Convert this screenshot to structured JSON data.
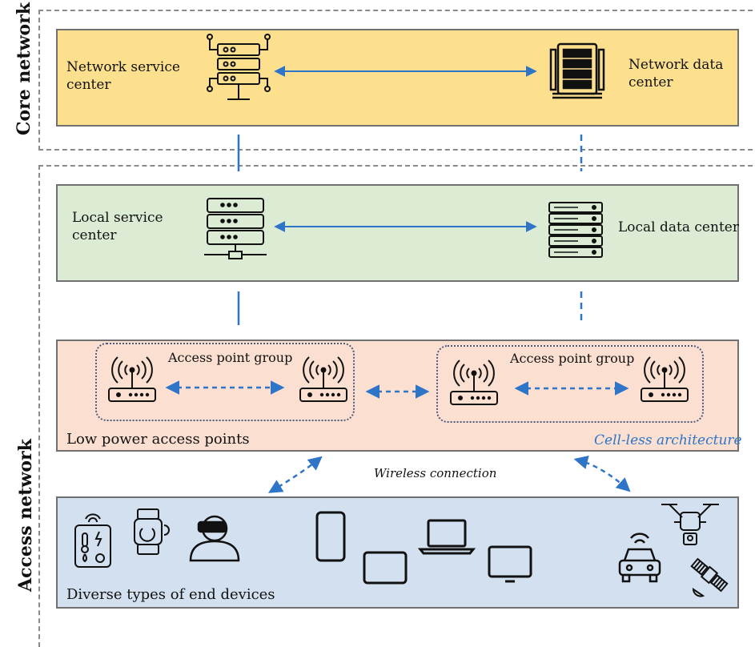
{
  "colors": {
    "core_layer": "#fde08e",
    "local_layer": "#dcecd4",
    "access_layer": "#fbe0d2",
    "device_layer": "#d3e0f0",
    "connector": "#2e75c8",
    "region_border": "#8a8a8a"
  },
  "core_network": {
    "region_label": "Core network",
    "service_center_label": "Network service\ncenter",
    "data_center_label": "Network data\ncenter"
  },
  "access_network": {
    "region_label": "Access network",
    "local_service_center_label": "Local service\ncenter",
    "local_data_center_label": "Local data center",
    "access_point_group_label_left": "Access point group",
    "access_point_group_label_right": "Access point group",
    "low_power_label": "Low power access points",
    "cellless_label": "Cell-less architecture",
    "wireless_label": "Wireless connection",
    "end_devices_label": "Diverse types of end devices"
  },
  "icons": [
    "server-network-icon",
    "data-center-rack-icon",
    "server-stack-icon",
    "server-rack-icon",
    "router-icon",
    "sensor-device-icon",
    "smartwatch-icon",
    "vr-user-icon",
    "smartphone-icon",
    "tablet-icon",
    "laptop-icon",
    "monitor-icon",
    "connected-car-icon",
    "drone-icon",
    "satellite-icon"
  ]
}
